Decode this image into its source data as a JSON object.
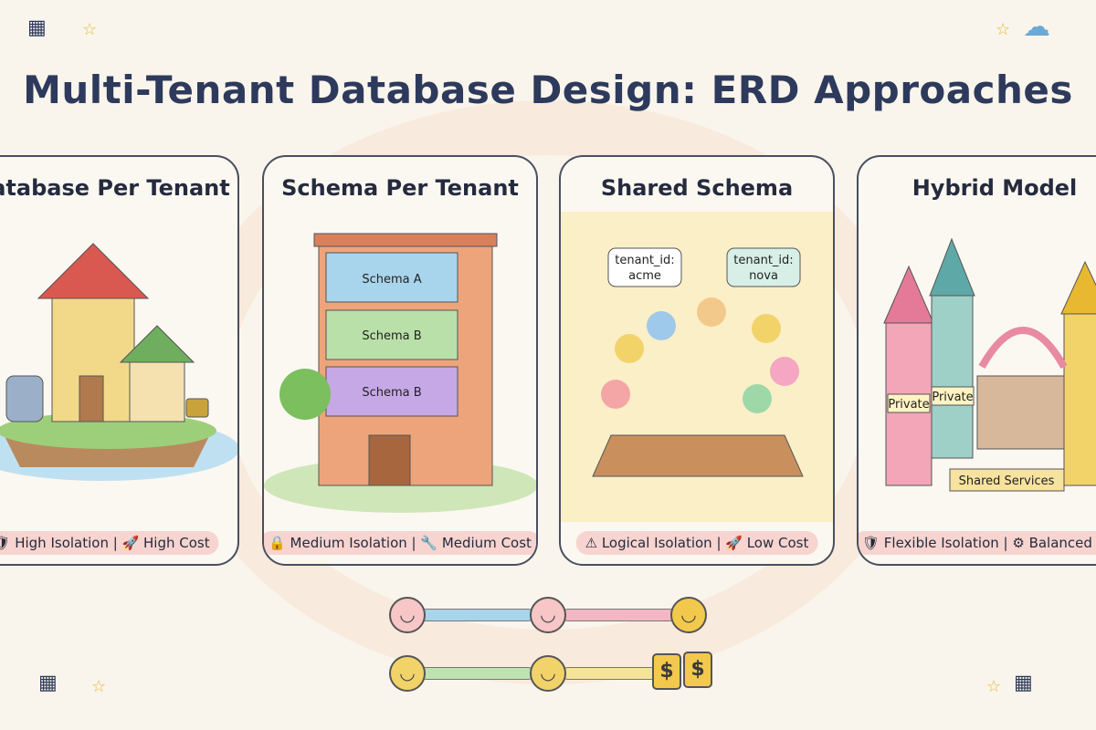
{
  "title": "Multi-Tenant Database Design: ERD Approaches",
  "cards": [
    {
      "title": "Database Per Tenant",
      "badge": "🛡 High Isolation | 🚀 High Cost"
    },
    {
      "title": "Schema Per Tenant",
      "badge": "🔒 Medium Isolation | 🔧 Medium Cost",
      "schemas": [
        "Schema A",
        "Schema B",
        "Schema B"
      ]
    },
    {
      "title": "Shared Schema",
      "badge": "⚠ Logical Isolation | 🚀 Low Cost",
      "bubbles": [
        "tenant_id:",
        "acme",
        "tenant_id:",
        "nova"
      ]
    },
    {
      "title": "Hybrid Model",
      "badge": "🛡 Flexible Isolation | ⚙ Balanced Cost",
      "labels": [
        "Private",
        "Private",
        "Shared Services"
      ]
    }
  ],
  "scale": {
    "coin_symbol": "$",
    "colors": {
      "track1a": "#a8d4ec",
      "track1b": "#f4b6c2",
      "track2a": "#bfe3b0",
      "track2b": "#f6e39a"
    }
  },
  "icons": [
    "table-icon",
    "star-icon",
    "cloud-icon"
  ]
}
